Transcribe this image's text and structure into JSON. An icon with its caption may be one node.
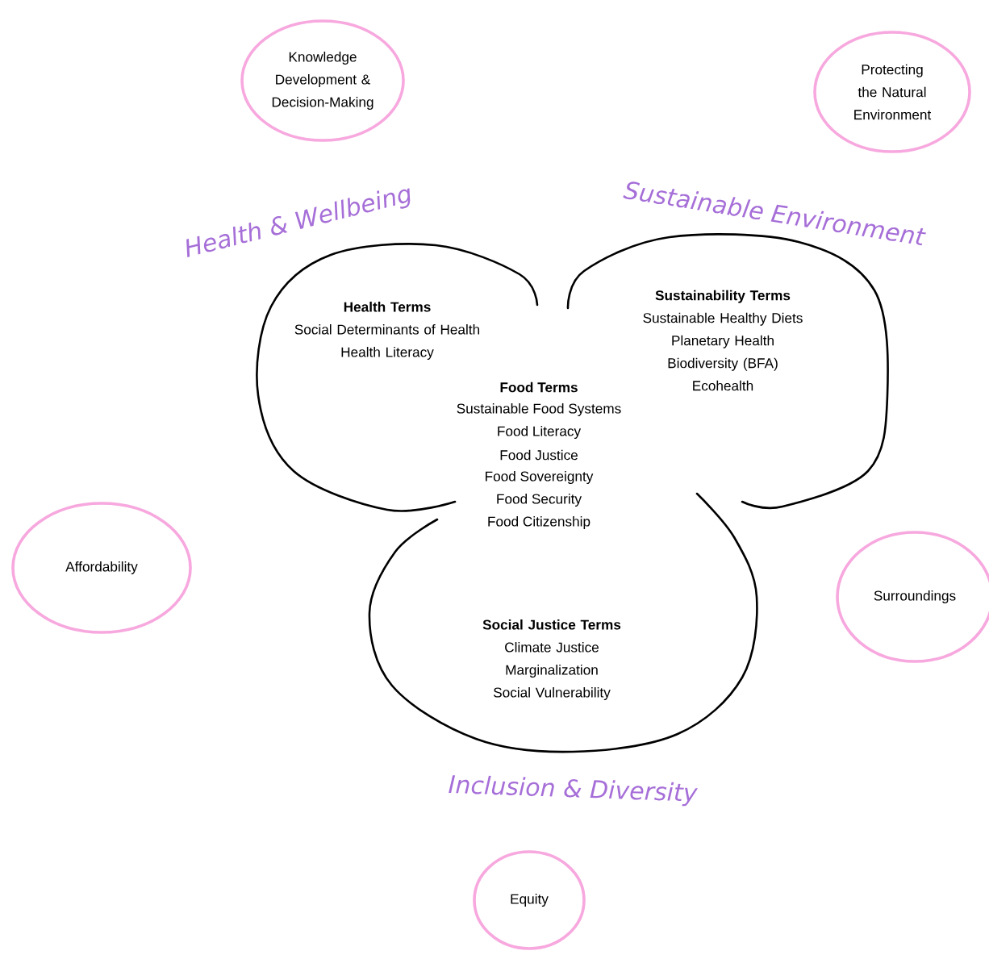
{
  "diagram": {
    "nodes": [
      {
        "text": [
          "Knowledge Development & Decision-Making"
        ]
      },
      {
        "text": [
          "Protecting the Natural Environment"
        ]
      },
      {
        "text": [
          "Health Terms",
          "Social Determinants of Health",
          "Health Literacy"
        ]
      },
      {
        "text": [
          "Sustainability Terms",
          "Sustainable Healthy Diets",
          "Planetary Health",
          "Biodiversity (BFA)",
          "Ecohealth"
        ]
      },
      {
        "text": [
          "Affordability"
        ]
      },
      {
        "text": [
          "Surroundings"
        ]
      },
      {
        "text": [
          "Social Justice Terms",
          "Climate Justice",
          "Marginalization",
          "Social Vulnerability"
        ]
      },
      {
        "text": [
          "Equity"
        ]
      }
    ],
    "labels": [
      "Health & Wellbeing",
      "Sustainable Environment",
      "Food Terms",
      "Sustainable Food Systems",
      "Food Literacy",
      "Food Justice",
      "Food Sovereignty",
      "Food Security",
      "Food Citizenship",
      "Inclusion & Diversity"
    ]
  }
}
